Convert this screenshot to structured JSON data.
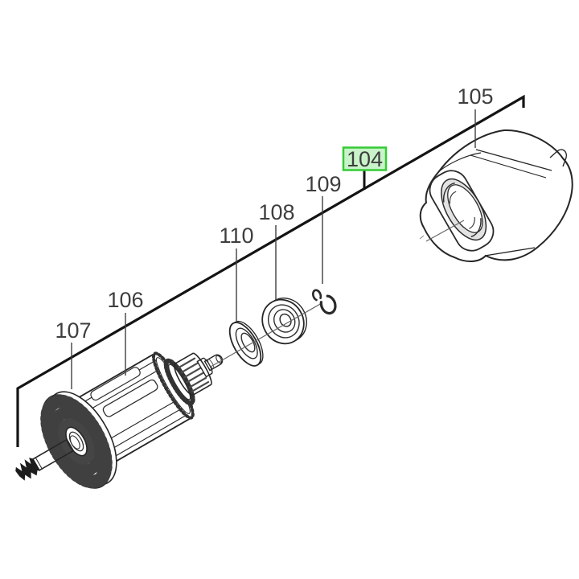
{
  "diagram": {
    "labels": {
      "l104": "104",
      "l105": "105",
      "l106": "106",
      "l107": "107",
      "l108": "108",
      "l109": "109",
      "l110": "110"
    },
    "colors": {
      "background": "#ffffff",
      "line": "#1f1f1f",
      "label_text": "#3e3e3e",
      "highlight_border": "#35cb35",
      "highlight_fill": "#c9f3c9"
    }
  }
}
